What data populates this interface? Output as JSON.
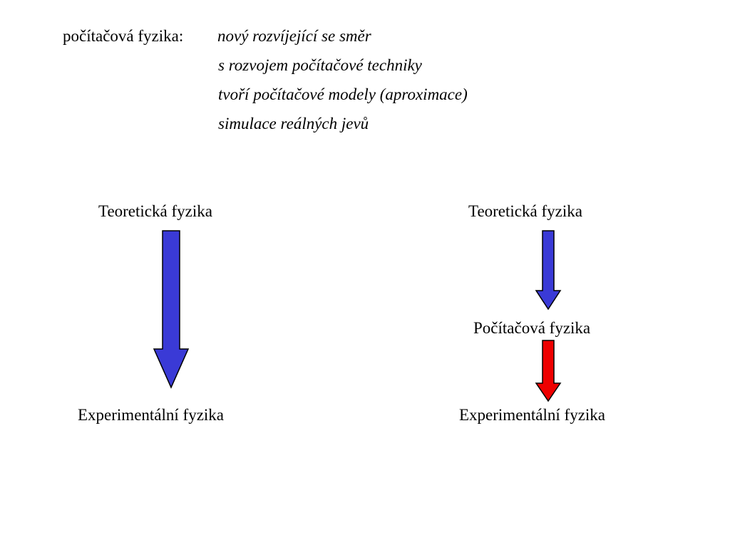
{
  "header": {
    "term": "počítačová fyzika:",
    "lines": [
      "nový rozvíjející se směr",
      "s rozvojem počítačové techniky",
      "tvoří počítačové modely (aproximace)",
      "simulace reálných jevů"
    ]
  },
  "left_diagram": {
    "top_label": "Teoretická fyzika",
    "bottom_label": "Experimentální fyzika"
  },
  "right_diagram": {
    "top_label": "Teoretická fyzika",
    "middle_label": "Počítačová fyzika",
    "bottom_label": "Experimentální fyzika"
  },
  "colors": {
    "blue_arrow": "#3a3ad6",
    "red_arrow": "#ee0000",
    "outline": "#000000"
  }
}
